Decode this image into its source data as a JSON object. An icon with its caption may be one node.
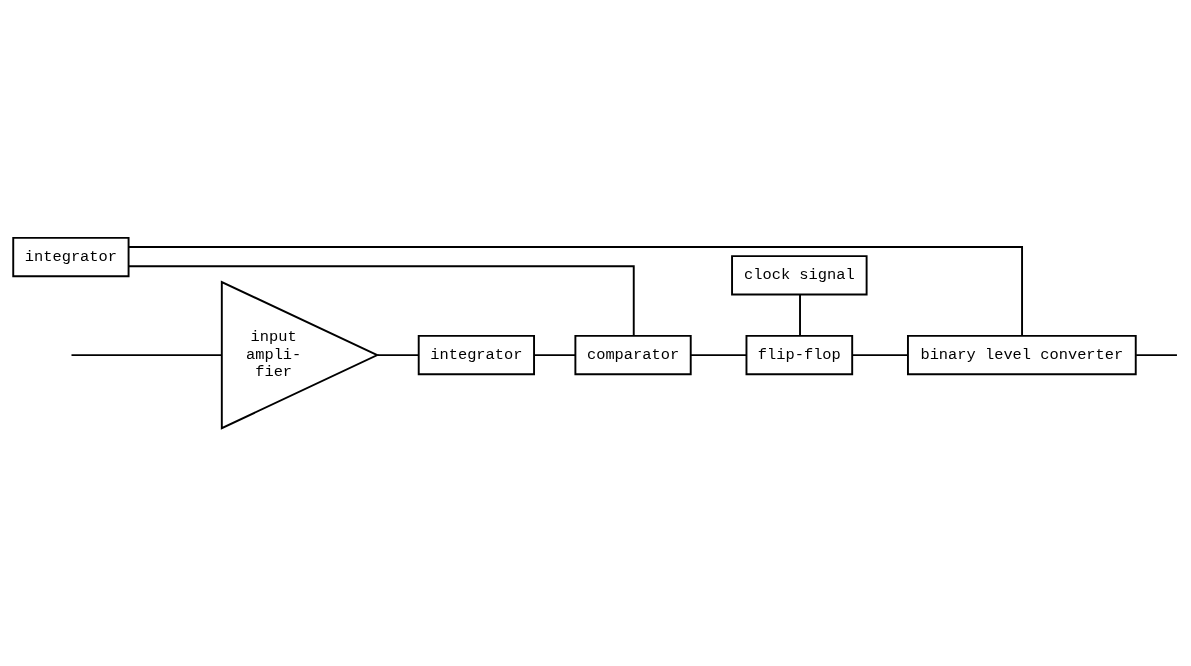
{
  "diagram": {
    "nodes": [
      {
        "text": [
          "input ampli- fier"
        ]
      },
      {
        "text": [
          "integrator"
        ]
      },
      {
        "text": [
          "comparator"
        ]
      },
      {
        "text": [
          "clock signal"
        ]
      },
      {
        "text": [
          "flip-flop"
        ]
      },
      {
        "text": [
          "binary level converter"
        ]
      },
      {
        "text": [
          "integrator"
        ]
      }
    ],
    "edges": [
      {
        "from": null,
        "to": 0,
        "arrow": "none"
      },
      {
        "from": 0,
        "to": 1,
        "arrow": "none"
      },
      {
        "from": 1,
        "to": 2,
        "arrow": "none"
      },
      {
        "from": 2,
        "to": 4,
        "arrow": "none"
      },
      {
        "from": 3,
        "to": 4,
        "arrow": "none"
      },
      {
        "from": 4,
        "to": 5,
        "arrow": "none"
      },
      {
        "from": 5,
        "to": null,
        "arrow": "none"
      },
      {
        "from": 5,
        "to": 6,
        "arrow": "none"
      },
      {
        "from": 6,
        "to": 2,
        "arrow": "none"
      }
    ]
  }
}
